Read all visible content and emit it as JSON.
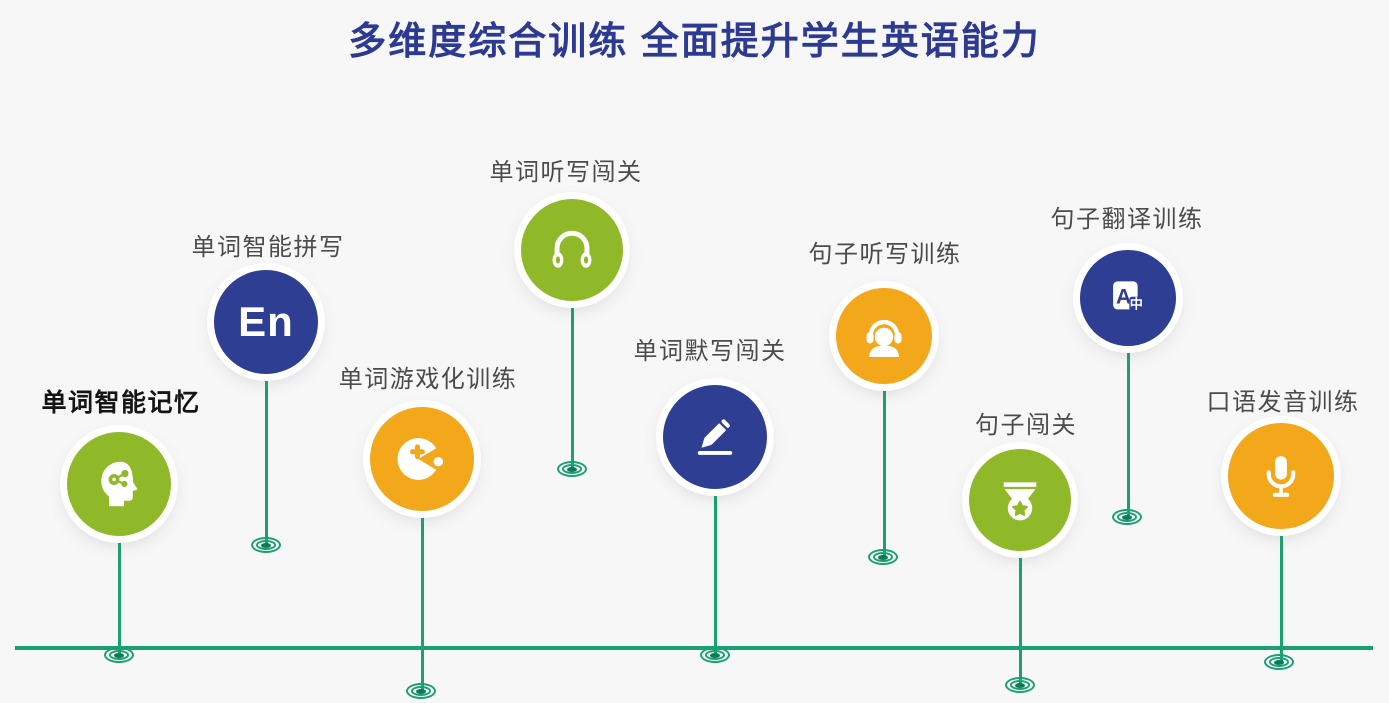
{
  "title": {
    "text": "多维度综合训练 全面提升学生英语能力"
  },
  "colors": {
    "title": "#2d3a92",
    "green": "#8fb929",
    "blue": "#2e3e92",
    "orange": "#f3a71b",
    "line": "#19a173",
    "marker_core": "#0c7b54",
    "background": "#f7f7f8",
    "label": "#4b4b4b",
    "label_emphasis": "#151515"
  },
  "items": [
    {
      "label": "单词智能记忆",
      "icon": "brain-memory-icon",
      "color": "green",
      "emphasis": true
    },
    {
      "label": "单词智能拼写",
      "icon": "en-letters-icon",
      "color": "blue",
      "icon_text": "En"
    },
    {
      "label": "单词游戏化训练",
      "icon": "pacman-game-icon",
      "color": "orange"
    },
    {
      "label": "单词听写闯关",
      "icon": "headphones-icon",
      "color": "green"
    },
    {
      "label": "单词默写闯关",
      "icon": "pencil-icon",
      "color": "blue"
    },
    {
      "label": "句子听写训练",
      "icon": "headset-person-icon",
      "color": "orange"
    },
    {
      "label": "句子闯关",
      "icon": "medal-star-icon",
      "color": "green"
    },
    {
      "label": "句子翻译训练",
      "icon": "translate-icon",
      "color": "blue",
      "icon_text_a": "A",
      "icon_text_zh": "中"
    },
    {
      "label": "口语发音训练",
      "icon": "microphone-icon",
      "color": "orange"
    }
  ]
}
